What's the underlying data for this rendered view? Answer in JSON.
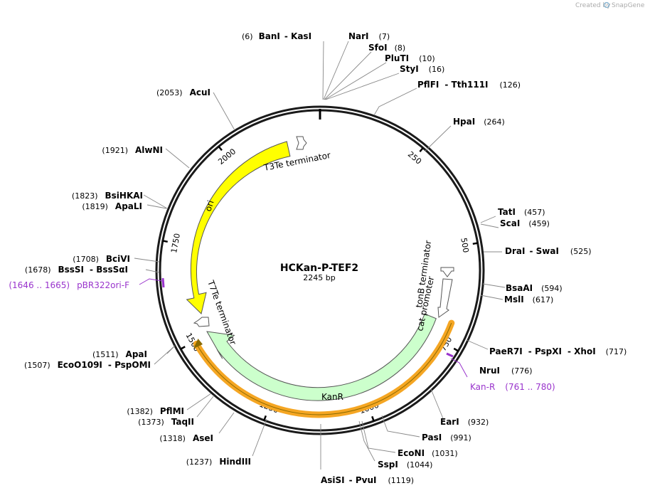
{
  "map": {
    "name": "HCKan-P-TEF2",
    "length_text": "2245 bp",
    "length": 2245,
    "watermark_prefix": "Created by",
    "watermark_brand": "SnapGene",
    "colors": {
      "backbone": "#1a1a1a",
      "ori": "#ffff00",
      "kanr": "#ccffcc",
      "primer": "#9933cc",
      "highlight": "#f5a623"
    }
  },
  "ticks": [
    "250",
    "500",
    "750",
    "1000",
    "1250",
    "1500",
    "1750",
    "2000"
  ],
  "features": {
    "ori": "ori",
    "kanr": "KanR",
    "t3te": "T3Te terminator",
    "t7te": "T7Te terminator",
    "tonb": "tonB terminator",
    "cat": "cat promoter"
  },
  "sites": [
    {
      "pos": "(6)",
      "a": "BanI",
      "b": "KasI"
    },
    {
      "a": "NarI",
      "pos": "(7)"
    },
    {
      "a": "SfoI",
      "pos": "(8)"
    },
    {
      "a": "PluTI",
      "pos": "(10)"
    },
    {
      "a": "StyI",
      "pos": "(16)"
    },
    {
      "a": "PflFI",
      "b": "Tth111I",
      "pos": "(126)"
    },
    {
      "a": "HpaI",
      "pos": "(264)"
    },
    {
      "a": "TatI",
      "pos": "(457)"
    },
    {
      "a": "ScaI",
      "pos": "(459)"
    },
    {
      "a": "DraI",
      "b": "SwaI",
      "pos": "(525)"
    },
    {
      "a": "BsaAI",
      "pos": "(594)"
    },
    {
      "a": "MslI",
      "pos": "(617)"
    },
    {
      "a": "PaeR7I",
      "b": "PspXI",
      "c": "XhoI",
      "pos": "(717)"
    },
    {
      "a": "NruI",
      "pos": "(776)"
    },
    {
      "a": "EarI",
      "pos": "(932)"
    },
    {
      "a": "PasI",
      "pos": "(991)"
    },
    {
      "a": "EcoNI",
      "pos": "(1031)"
    },
    {
      "a": "SspI",
      "pos": "(1044)"
    },
    {
      "a": "AsiSI",
      "b": "PvuI",
      "pos": "(1119)"
    },
    {
      "pos": "(1237)",
      "a": "HindIII"
    },
    {
      "pos": "(1318)",
      "a": "AseI"
    },
    {
      "pos": "(1373)",
      "a": "TaqII"
    },
    {
      "pos": "(1382)",
      "a": "PflMI"
    },
    {
      "pos": "(1507)",
      "a": "EcoO109I",
      "b": "PspOMI"
    },
    {
      "pos": "(1511)",
      "a": "ApaI"
    },
    {
      "pos": "(1678)",
      "a": "BssSI",
      "b": "BssSαI"
    },
    {
      "pos": "(1708)",
      "a": "BciVI"
    },
    {
      "pos": "(1819)",
      "a": "ApaLI"
    },
    {
      "pos": "(1823)",
      "a": "BsiHKAI"
    },
    {
      "pos": "(1921)",
      "a": "AlwNI"
    },
    {
      "pos": "(2053)",
      "a": "AcuI"
    }
  ],
  "primers": [
    {
      "name": "Kan-R",
      "range": "(761 .. 780)"
    },
    {
      "range": "(1646 .. 1665)",
      "name": "pBR322ori-F"
    }
  ]
}
